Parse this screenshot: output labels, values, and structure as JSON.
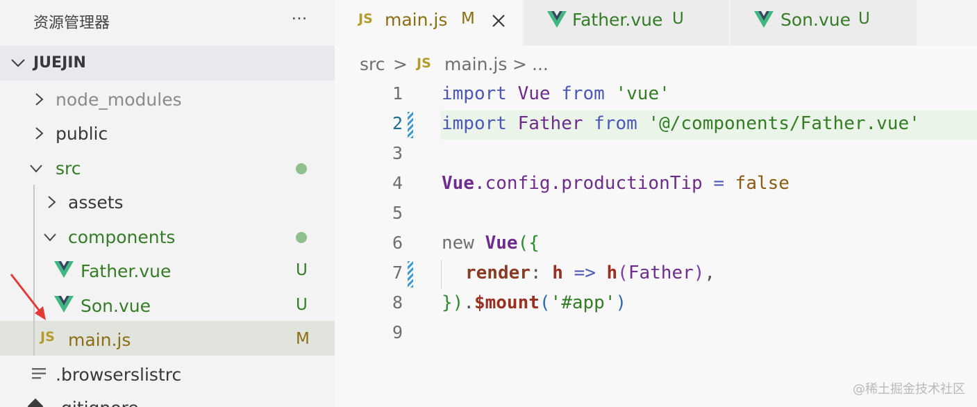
{
  "explorer": {
    "title": "资源管理器",
    "more": "···",
    "section": "JUEJIN",
    "items": [
      {
        "label": "node_modules"
      },
      {
        "label": "public"
      },
      {
        "label": "src"
      },
      {
        "label": "assets"
      },
      {
        "label": "components"
      },
      {
        "label": "Father.vue",
        "badge": "U"
      },
      {
        "label": "Son.vue",
        "badge": "U"
      },
      {
        "label": "main.js",
        "badge": "M",
        "icon_text": "JS"
      },
      {
        "label": ".browserslistrc"
      },
      {
        "label": ".gitignore"
      }
    ]
  },
  "tabs": [
    {
      "label": "main.js",
      "badge": "M",
      "icon_text": "JS"
    },
    {
      "label": "Father.vue",
      "badge": "U"
    },
    {
      "label": "Son.vue",
      "badge": "U"
    }
  ],
  "breadcrumb": {
    "folder": "src",
    "sep": ">",
    "icon_text": "JS",
    "file": "main.js",
    "more": "..."
  },
  "editor": {
    "line_numbers": [
      "1",
      "2",
      "3",
      "4",
      "5",
      "6",
      "7",
      "8",
      "9"
    ],
    "l1": {
      "a": "import",
      "b": "Vue",
      "c": "from",
      "d": "'vue'"
    },
    "l2": {
      "a": "import",
      "b": "Father",
      "c": "from",
      "d": "'@/components/Father.vue'"
    },
    "l4": {
      "a": "Vue",
      "b": ".config.productionTip",
      "c": "=",
      "d": "false"
    },
    "l6": {
      "a": "new",
      "b": "Vue",
      "c": "(",
      "d": "{"
    },
    "l7": {
      "a": "render",
      "b": ":",
      "c": "h",
      "d": "=>",
      "e": "h",
      "f": "(",
      "g": "Father",
      "h": ")",
      "i": ","
    },
    "l8": {
      "a": "}",
      "b": ")",
      "c": ".",
      "d": "$mount",
      "e": "(",
      "f": "'#app'",
      "g": ")"
    }
  },
  "watermark": "@稀土掘金技术社区",
  "colors": {
    "vue_green": "#41b883",
    "vue_dark": "#35495e",
    "js_yellow": "#b59a2c",
    "arrow_red": "#e53935"
  }
}
